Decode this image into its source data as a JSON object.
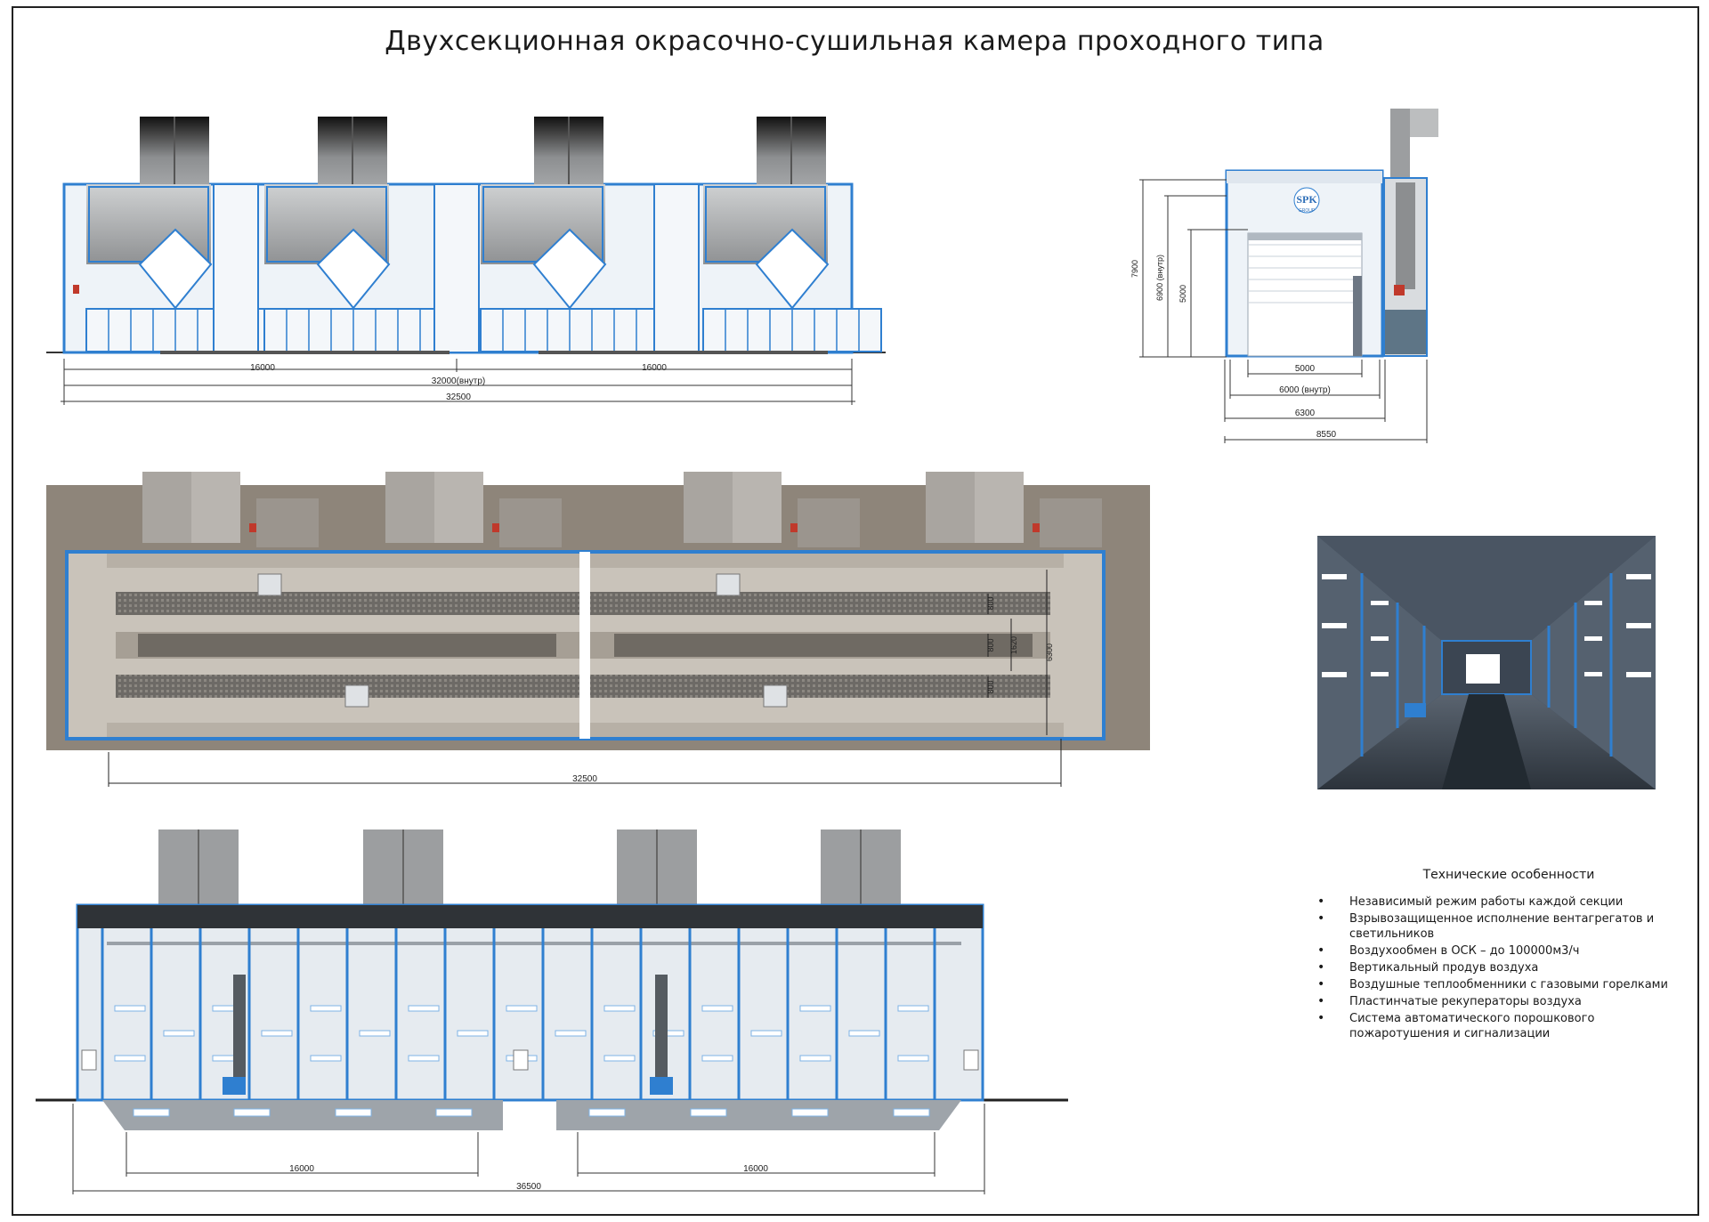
{
  "title": "Двухсекционная окрасочно-сушильная камера проходного типа",
  "logo": {
    "text": "SPK",
    "subtext": "GROUP"
  },
  "front_view": {
    "dims": {
      "section_left": "16000",
      "section_right": "16000",
      "inner": "32000(внутр)",
      "overall": "32500"
    }
  },
  "side_view": {
    "dims": {
      "h_total": "7900",
      "h_inner": "6900 (внутр)",
      "h_door": "5000",
      "w_door": "5000",
      "w_inner": "6000 (внутр)",
      "w_cabin": "6300",
      "w_total": "8550"
    }
  },
  "plan_view": {
    "dims": {
      "grate_1": "800",
      "grate_2": "800",
      "grate_3": "800",
      "middle": "1620",
      "width": "6300",
      "length": "32500"
    }
  },
  "section_view": {
    "dims": {
      "pit_left": "16000",
      "pit_right": "16000",
      "overall": "36500"
    }
  },
  "features": {
    "heading": "Технические особенности",
    "items": [
      "Независимый режим работы  каждой секции",
      "Взрывозащищенное исполнение   вентагрегатов и светильников",
      "Воздухообмен в ОСК – до 100000м3/ч",
      "Вертикальный продув воздуха",
      "Воздушные теплообменники с газовыми горелками",
      "Пластинчатые рекуператоры воздуха",
      "Система   автоматического порошкового пожаротушения и сигнализации"
    ]
  },
  "colors": {
    "frame": "#2f7fd0",
    "duct": "#8f9193",
    "floor": "#8e857a",
    "panel": "#eef3f8"
  }
}
